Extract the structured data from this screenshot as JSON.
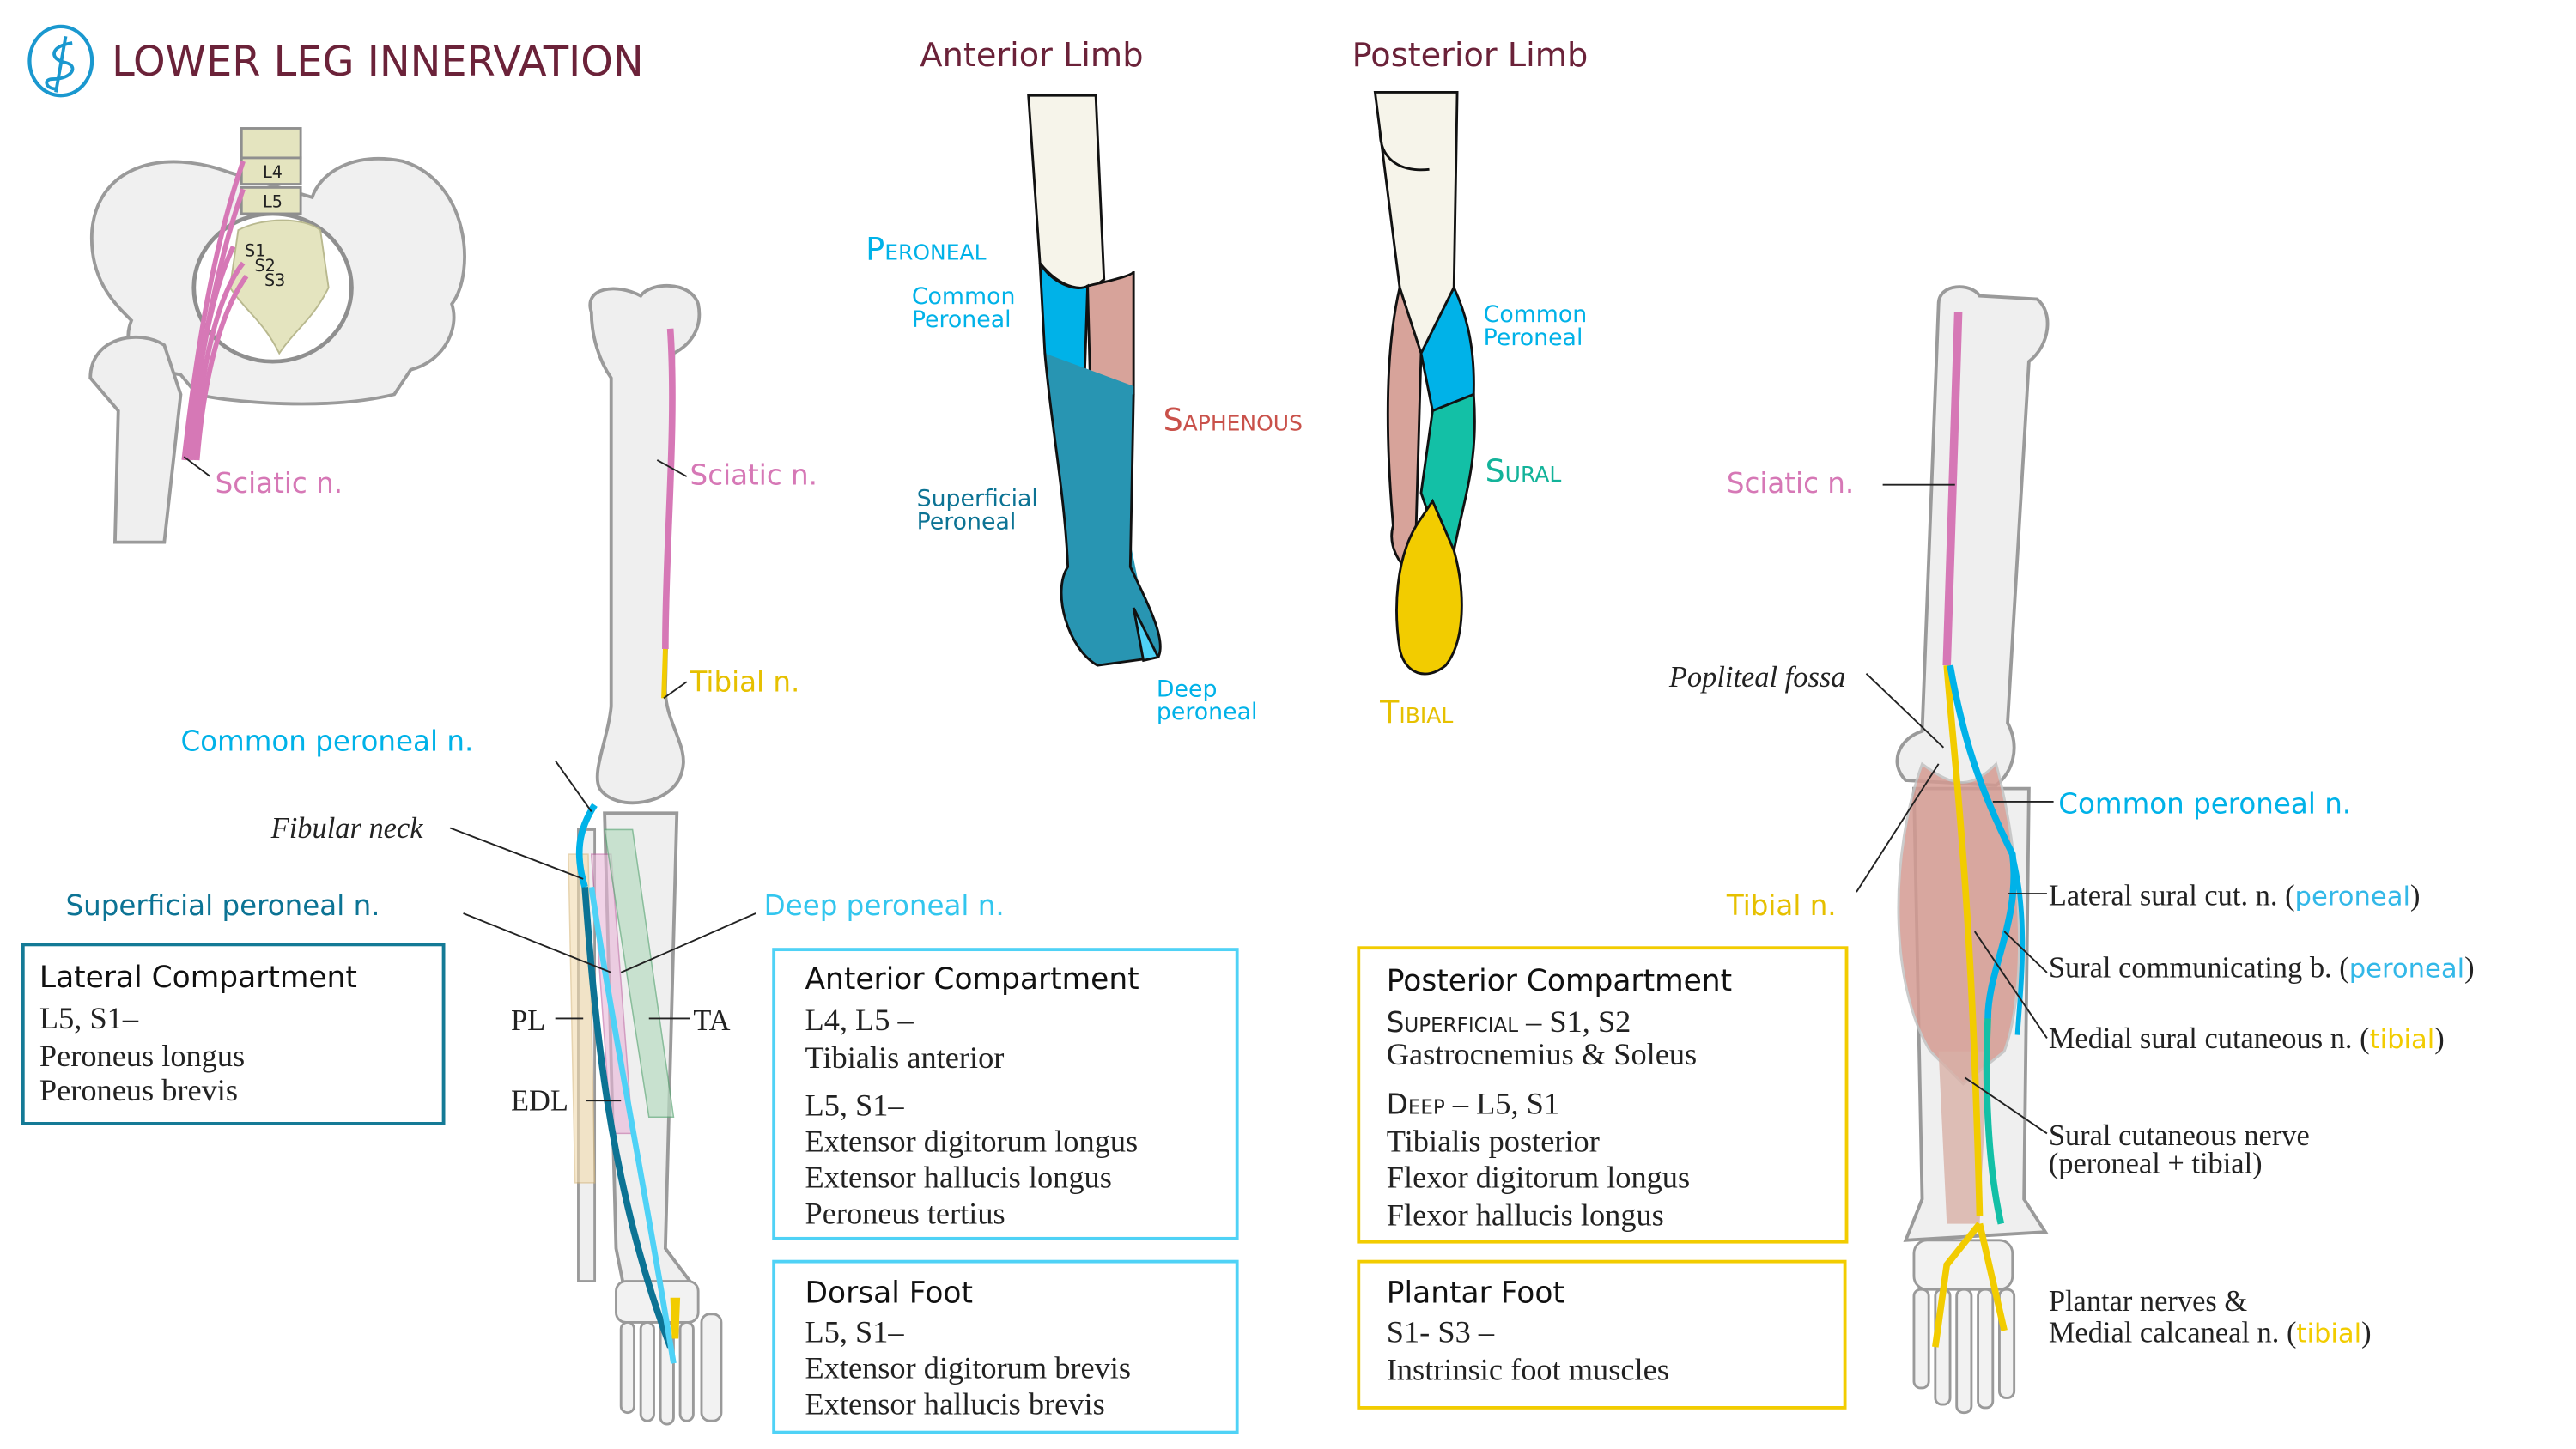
{
  "header": {
    "title": "LOWER LEG INNERVATION",
    "logo_icon": "caduceus-icon"
  },
  "colors": {
    "title": "#6b2239",
    "sciatic": "#d678b6",
    "tibial": "#f2cc00",
    "common_peroneal": "#00b2e8",
    "superficial_peroneal": "#0c7394",
    "deep_peroneal": "#4fd2f6",
    "saphenous": "#c9514a",
    "sural": "#13b39a",
    "lateral_box": "#147a96",
    "anterior_box": "#4fd2f6",
    "posterior_box": "#f2cc00"
  },
  "pelvis": {
    "vertebrae": [
      "L4",
      "L5"
    ],
    "sacral": [
      "S1",
      "S2",
      "S3"
    ],
    "sciatic_label": "Sciatic n."
  },
  "anterior_leg": {
    "sciatic_label": "Sciatic n.",
    "tibial_label": "Tibial n.",
    "common_peroneal_label": "Common peroneal n.",
    "fibular_neck_label": "Fibular neck",
    "superficial_peroneal_label": "Superficial peroneal n.",
    "deep_peroneal_label": "Deep peroneal n.",
    "muscle_labels": {
      "pl": "PL",
      "edl": "EDL",
      "ta": "TA"
    }
  },
  "dermatomes": {
    "anterior_title": "Anterior Limb",
    "posterior_title": "Posterior Limb",
    "peroneal_heading": "Peroneal",
    "common_peroneal_ant": [
      "Common",
      "Peroneal"
    ],
    "superficial_peroneal": [
      "Superficial",
      "Peroneal"
    ],
    "deep_peroneal": [
      "Deep",
      "peroneal"
    ],
    "saphenous": "Saphenous",
    "common_peroneal_post": [
      "Common",
      "Peroneal"
    ],
    "sural": "Sural",
    "tibial": "Tibial"
  },
  "posterior_leg": {
    "sciatic_label": "Sciatic n.",
    "popliteal_label": "Popliteal fossa",
    "tibial_label": "Tibial n.",
    "common_peroneal_label": "Common peroneal n.",
    "branches": [
      {
        "text": "Lateral sural cut. n. (",
        "tag": "peroneal",
        "tag_color": "peroneal",
        "close": ")"
      },
      {
        "text": "Sural communicating b. (",
        "tag": "peroneal",
        "tag_color": "peroneal",
        "close": ")"
      },
      {
        "text": "Medial sural cutaneous n. (",
        "tag": "tibial",
        "tag_color": "tibial",
        "close": ")"
      }
    ],
    "sural_cutaneous": [
      "Sural cutaneous nerve",
      "(peroneal + tibial)"
    ],
    "plantar": {
      "line1": "Plantar nerves &",
      "line2": "Medial calcaneal n. (",
      "tag": "tibial",
      "close": ")"
    }
  },
  "boxes": {
    "lateral": {
      "title": "Lateral Compartment",
      "roots": "L5, S1–",
      "muscles": [
        "Peroneus longus",
        "Peroneus brevis"
      ]
    },
    "anterior": {
      "title": "Anterior Compartment",
      "groups": [
        {
          "roots": "L4, L5 –",
          "muscles": [
            "Tibialis anterior"
          ]
        },
        {
          "roots": "L5, S1–",
          "muscles": [
            "Extensor digitorum longus",
            "Extensor hallucis longus",
            "Peroneus tertius"
          ]
        }
      ]
    },
    "dorsal_foot": {
      "title": "Dorsal Foot",
      "roots": "L5, S1–",
      "muscles": [
        "Extensor digitorum brevis",
        "Extensor hallucis brevis"
      ]
    },
    "posterior": {
      "title": "Posterior Compartment",
      "groups": [
        {
          "label": "Superficial",
          "roots": " – S1, S2",
          "muscles": [
            "Gastrocnemius & Soleus"
          ]
        },
        {
          "label": "Deep",
          "roots": " – L5, S1",
          "muscles": [
            "Tibialis posterior",
            "Flexor digitorum longus",
            "Flexor hallucis longus"
          ]
        }
      ]
    },
    "plantar_foot": {
      "title": "Plantar Foot",
      "roots": "S1- S3 –",
      "muscles": [
        "Instrinsic foot muscles"
      ]
    }
  }
}
